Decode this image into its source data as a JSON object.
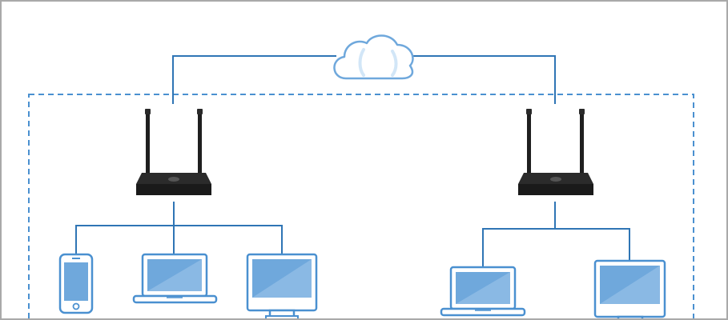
{
  "diagram": {
    "nodes": [
      {
        "id": "cloud",
        "kind": "cloud-icon"
      },
      {
        "id": "router-left",
        "kind": "router-icon"
      },
      {
        "id": "router-right",
        "kind": "router-icon"
      },
      {
        "id": "phone-left",
        "kind": "smartphone-icon"
      },
      {
        "id": "laptop-left",
        "kind": "laptop-icon"
      },
      {
        "id": "monitor-left",
        "kind": "desktop-monitor-icon"
      },
      {
        "id": "laptop-right",
        "kind": "laptop-icon"
      },
      {
        "id": "monitor-right",
        "kind": "desktop-monitor-icon"
      }
    ],
    "edges": [
      [
        "cloud",
        "router-left"
      ],
      [
        "cloud",
        "router-right"
      ],
      [
        "router-left",
        "phone-left"
      ],
      [
        "router-left",
        "laptop-left"
      ],
      [
        "router-left",
        "monitor-left"
      ],
      [
        "router-right",
        "laptop-right"
      ],
      [
        "router-right",
        "monitor-right"
      ]
    ],
    "colors": {
      "line": "#2f75b5",
      "device_outline": "#4a90d0",
      "screen_fill": "#6fa8dc",
      "screen_highlight": "#9dc3ea",
      "router_body": "#1f1f1f",
      "frame_border": "#a9a9a9",
      "dashed_boundary": "#4a90d0"
    }
  }
}
